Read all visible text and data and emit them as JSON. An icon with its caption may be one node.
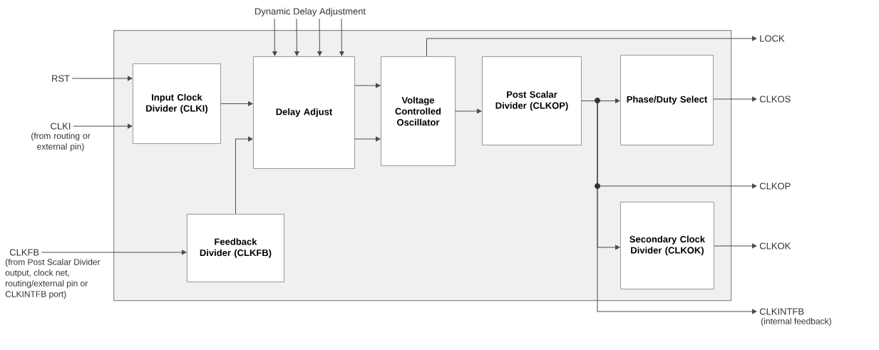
{
  "diagram": {
    "nodes": [
      {
        "text": [],
        "shape": "box"
      },
      {
        "text": [
          "Input Clock Divider (CLKI)"
        ],
        "in": 0
      },
      {
        "text": [
          "Delay Adjust"
        ],
        "in": 0
      },
      {
        "text": [
          "Voltage Controlled Oscillator"
        ],
        "in": 0
      },
      {
        "text": [
          "Post Scalar Divider (CLKOP)"
        ],
        "in": 0
      },
      {
        "text": [
          "Phase/Duty Select"
        ],
        "in": 0
      },
      {
        "text": [
          "Feedback Divider (CLKFB)"
        ],
        "in": 0
      },
      {
        "text": [
          "Secondary Clock Divider (CLKOK)"
        ],
        "in": 0
      },
      {
        "text": [
          "RST"
        ]
      },
      {
        "text": [
          "CLKI"
        ],
        "beside": [
          "(from routing or external pin)"
        ]
      },
      {
        "text": [
          "Dynamic Delay Adjustment"
        ]
      },
      {
        "text": [
          "CLKFB"
        ],
        "beside": [
          "(from Post Scalar Divider output, clock net, routing/external pin or CLKINTFB port)"
        ]
      },
      {
        "text": [
          "LOCK"
        ]
      },
      {
        "text": [
          "CLKOS"
        ]
      },
      {
        "text": [
          "CLKOP"
        ]
      },
      {
        "text": [
          "CLKOK"
        ]
      },
      {
        "text": [
          "CLKINTFB"
        ],
        "beside": [
          "(internal feedback)"
        ]
      }
    ],
    "edges": [
      {
        "from": 8,
        "to": 1,
        "arrow": "to"
      },
      {
        "from": 9,
        "to": 1,
        "arrow": "to"
      },
      {
        "from": 1,
        "to": 2,
        "arrow": "to"
      },
      {
        "from": 10,
        "to": 2,
        "arrow": "to"
      },
      {
        "from": 10,
        "to": 2,
        "arrow": "to"
      },
      {
        "from": 10,
        "to": 2,
        "arrow": "to"
      },
      {
        "from": 10,
        "to": 2,
        "arrow": "to"
      },
      {
        "from": 6,
        "to": 2,
        "arrow": "to"
      },
      {
        "from": 2,
        "to": 3,
        "arrow": "to"
      },
      {
        "from": 2,
        "to": 3,
        "arrow": "to"
      },
      {
        "from": 3,
        "to": 12,
        "arrow": "to"
      },
      {
        "from": 3,
        "to": 4,
        "arrow": "to"
      },
      {
        "from": 4,
        "to": 5,
        "arrow": "to"
      },
      {
        "from": 4,
        "to": 14,
        "arrow": "to"
      },
      {
        "from": 4,
        "to": 7,
        "arrow": "to"
      },
      {
        "from": 4,
        "to": 16,
        "arrow": "to"
      },
      {
        "from": 5,
        "to": 13,
        "arrow": "to"
      },
      {
        "from": 7,
        "to": 15,
        "arrow": "to"
      },
      {
        "from": 11,
        "to": 6,
        "arrow": "to"
      }
    ]
  }
}
